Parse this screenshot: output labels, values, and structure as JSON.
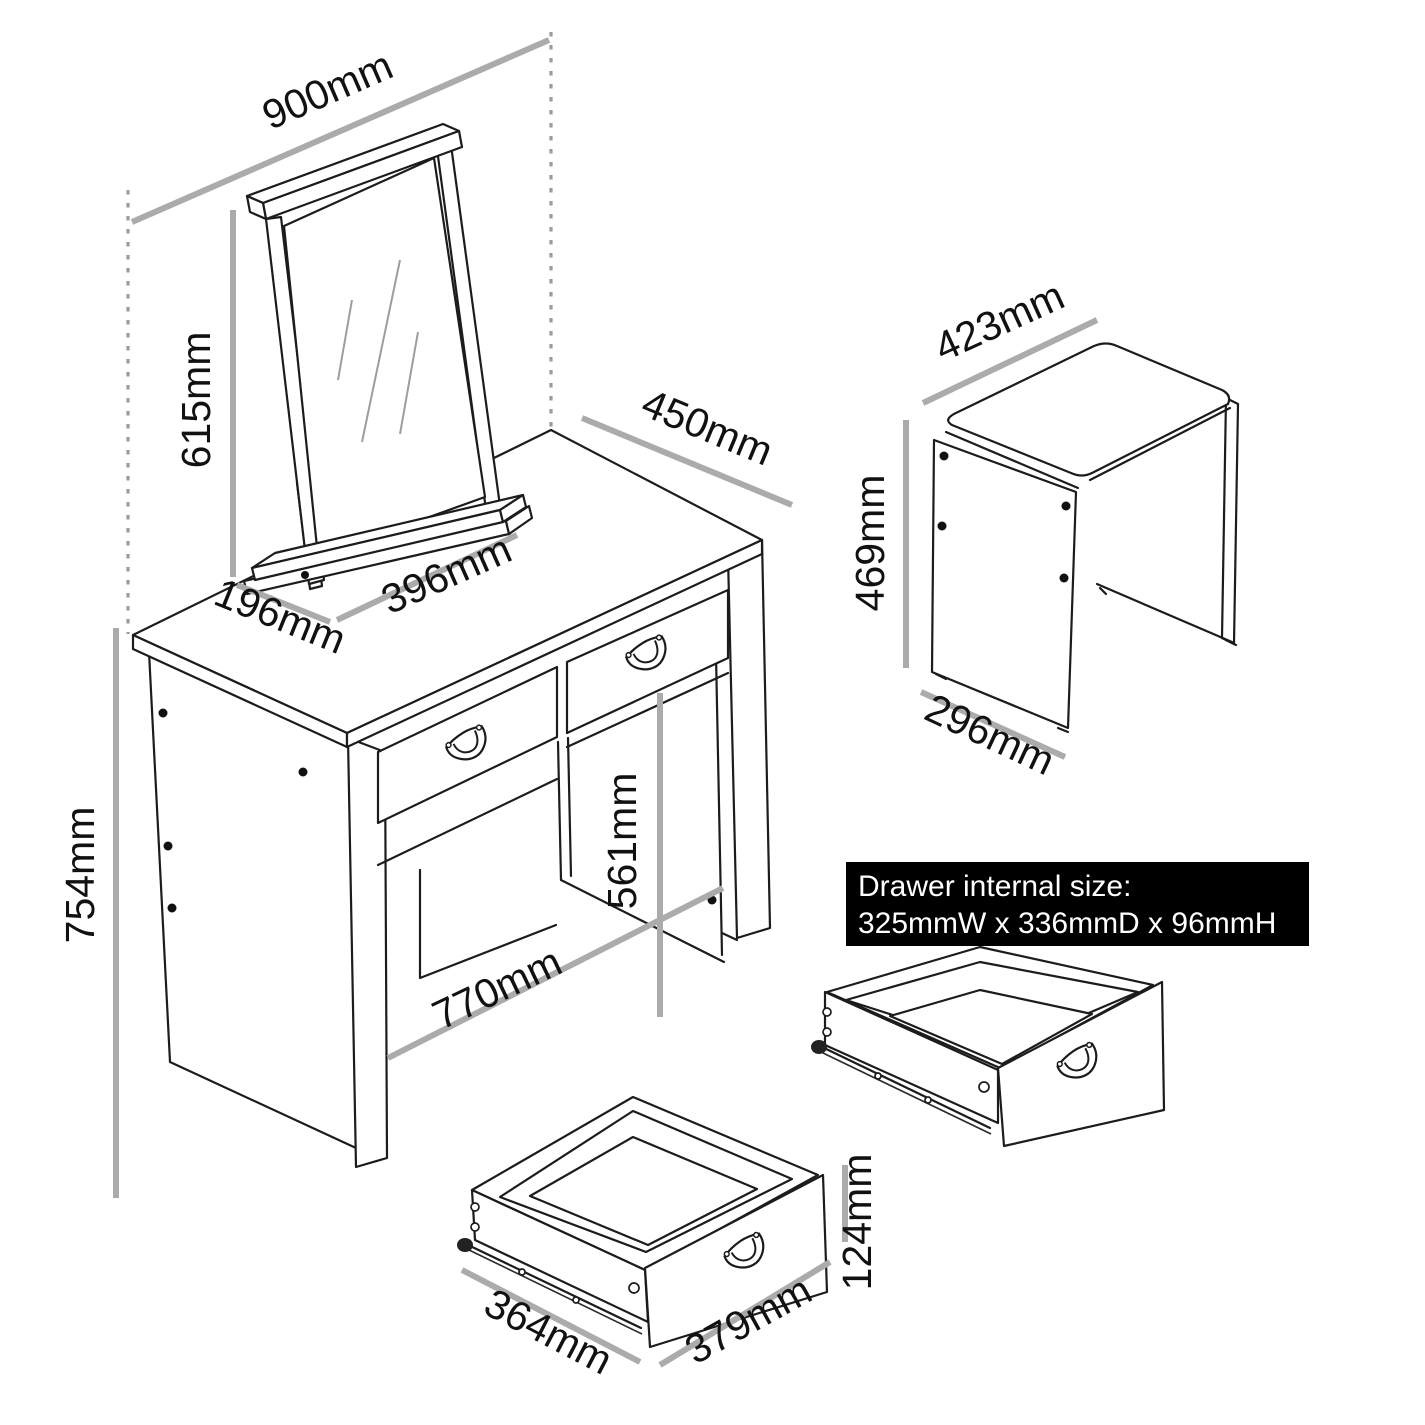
{
  "diagram": {
    "type": "furniture-dimension-drawing",
    "subject": "dressing table set with tilting mirror, stool and two storage drawers",
    "background_color": "#ffffff",
    "outline_color": "#1c1c1c",
    "dimension_line_color": "#ababab",
    "dashed_guide_color": "#9b9b9b",
    "dimensions": {
      "table_width": "900mm",
      "mirror_height": "615mm",
      "table_depth": "450mm",
      "mirror_base_width": "396mm",
      "mirror_base_depth": "196mm",
      "table_height": "754mm",
      "kneehole_width": "770mm",
      "kneehole_height": "561mm",
      "stool_seat_width": "423mm",
      "stool_height": "469mm",
      "stool_depth": "296mm",
      "drawer_depth": "364mm",
      "drawer_width": "379mm",
      "drawer_front_height": "124mm"
    },
    "note_box": {
      "background": "#000000",
      "text_color": "#ffffff",
      "title": "Drawer internal size:",
      "size": "325mmW x 336mmD x 96mmH"
    }
  }
}
